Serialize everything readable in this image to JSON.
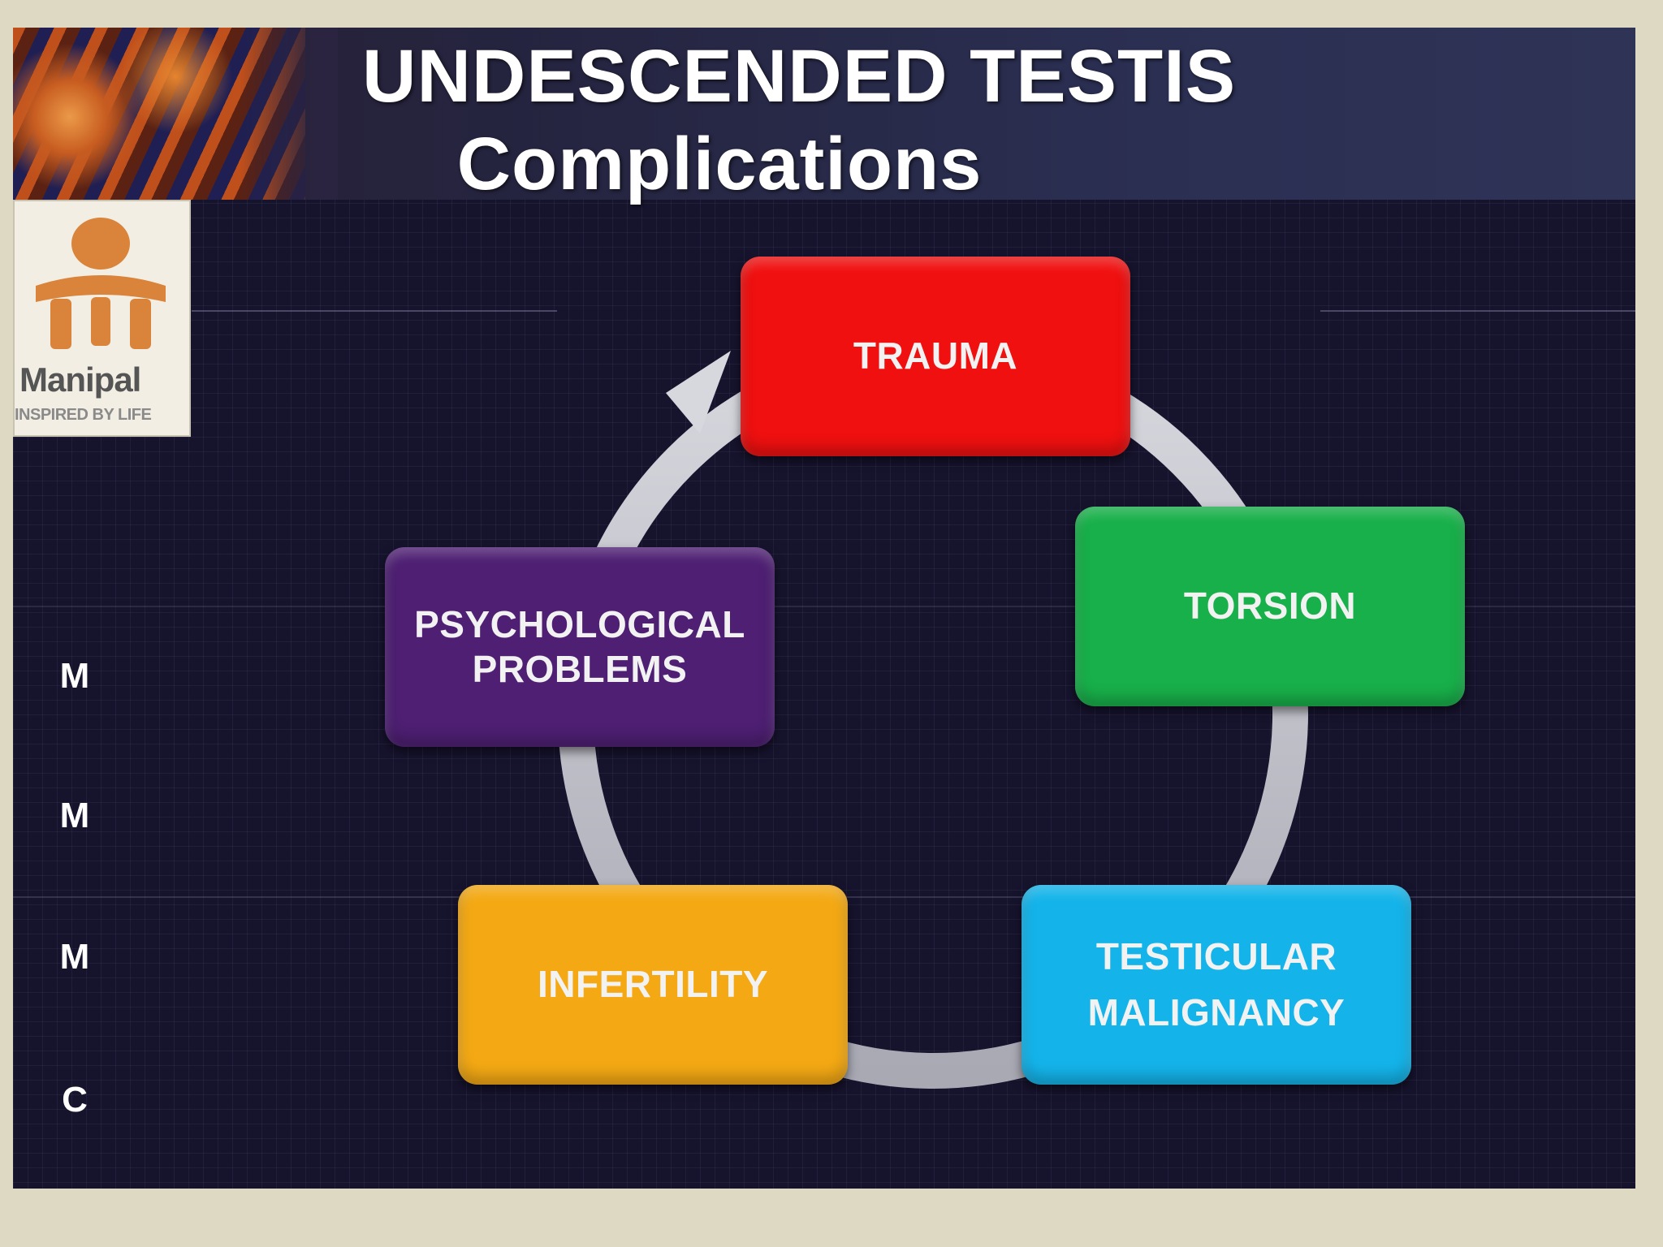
{
  "slide": {
    "title_line1": "UNDESCENDED TESTIS",
    "title_line2": "Complications"
  },
  "logo": {
    "name": "Manipal",
    "tagline": "INSPIRED BY LIFE"
  },
  "side_letters": [
    "M",
    "M",
    "M",
    "C"
  ],
  "cycle": {
    "items": [
      {
        "label": "TRAUMA",
        "color": "#f01010"
      },
      {
        "label": "TORSION",
        "color": "#18b04a"
      },
      {
        "label": "TESTICULAR MALIGNANCY",
        "lines": [
          "TESTICULAR",
          "MALIGNANCY"
        ],
        "color": "#14b4ea"
      },
      {
        "label": "INFERTILITY",
        "color": "#f4a914"
      },
      {
        "label": "PSYCHOLOGICAL PROBLEMS",
        "lines": [
          "PSYCHOLOGICAL",
          "PROBLEMS"
        ],
        "color": "#4e1f73"
      }
    ],
    "arrow_color": "#c9c9d2"
  }
}
